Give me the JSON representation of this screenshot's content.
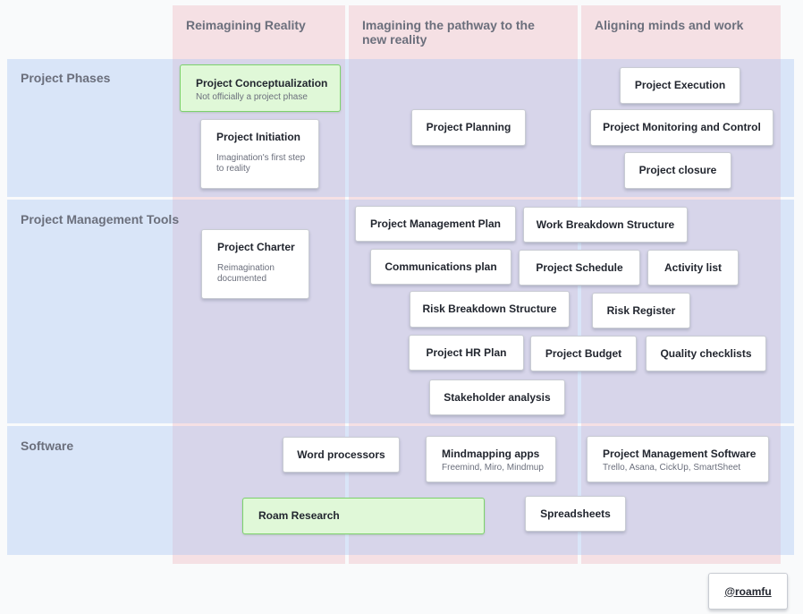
{
  "columns": [
    "Reimagining Reality",
    "Imagining the pathway to the new reality",
    "Aligning minds and work"
  ],
  "rows": [
    "Project Phases",
    "Project Management Tools",
    "Software"
  ],
  "cards": {
    "conceptualization": {
      "title": "Project Conceptualization",
      "sub": "Not officially a project phase"
    },
    "initiation": {
      "title": "Project Initiation",
      "sub": "Imagination's first step to reality"
    },
    "planning": {
      "title": "Project Planning"
    },
    "execution": {
      "title": "Project Execution"
    },
    "monitoring": {
      "title": "Project Monitoring and Control"
    },
    "closure": {
      "title": "Project closure"
    },
    "charter": {
      "title": "Project Charter",
      "sub": "Reimagination documented"
    },
    "pm_plan": {
      "title": "Project Management Plan"
    },
    "wbs": {
      "title": "Work Breakdown Structure"
    },
    "comms_plan": {
      "title": "Communications plan"
    },
    "schedule": {
      "title": "Project Schedule"
    },
    "activity_list": {
      "title": "Activity list"
    },
    "rbs": {
      "title": "Risk Breakdown Structure"
    },
    "risk_register": {
      "title": "Risk Register"
    },
    "hr_plan": {
      "title": "Project HR Plan"
    },
    "budget": {
      "title": "Project Budget"
    },
    "quality": {
      "title": "Quality checklists"
    },
    "stakeholder": {
      "title": "Stakeholder analysis"
    },
    "word_processors": {
      "title": "Word processors"
    },
    "mindmapping": {
      "title": "Mindmapping apps",
      "sub": "Freemind, Miro, Mindmup"
    },
    "pm_software": {
      "title": "Project Management Software",
      "sub": "Trello, Asana, CickUp, SmartSheet"
    },
    "roam": {
      "title": "Roam Research"
    },
    "spreadsheets": {
      "title": "Spreadsheets"
    }
  },
  "footer": {
    "handle": "@roamfu"
  },
  "colors": {
    "column_fill": "#ecacb6",
    "row_fill": "#a5c3f5",
    "highlight_fill": "#e0f8d8",
    "highlight_border": "#7dd26c"
  }
}
